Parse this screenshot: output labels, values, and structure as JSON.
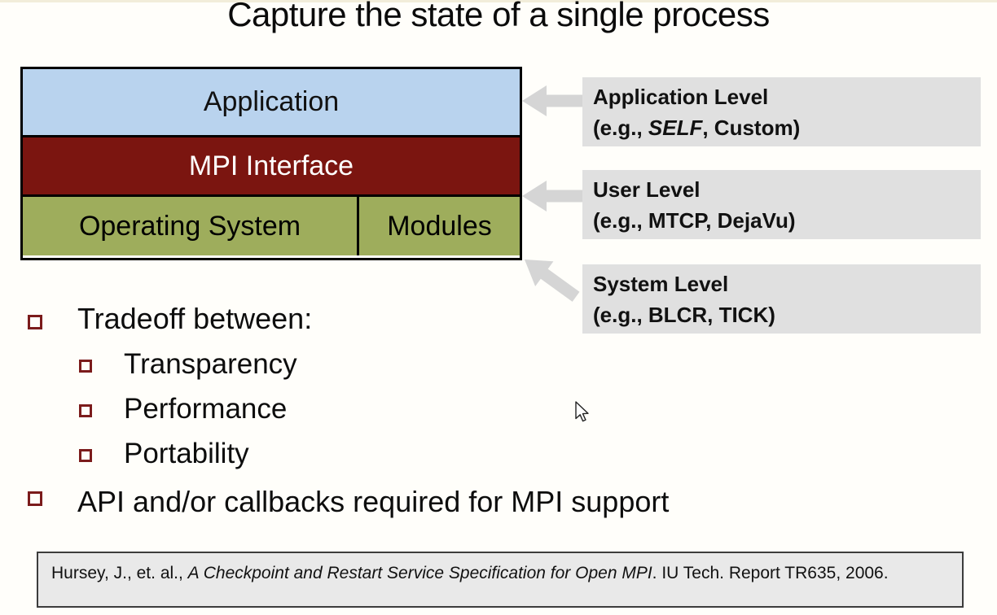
{
  "title": "Capture the state of a single process",
  "stack": {
    "application": "Application",
    "mpi": "MPI Interface",
    "os": "Operating System",
    "modules": "Modules"
  },
  "levels": [
    {
      "line1": "Application Level",
      "prefix": "(e.g., ",
      "emph": "SELF",
      "suffix": ", Custom)"
    },
    {
      "line1": "User Level",
      "prefix": "(e.g., ",
      "emph": "",
      "suffix": "MTCP, DejaVu)"
    },
    {
      "line1": "System Level",
      "prefix": "(e.g., ",
      "emph": "",
      "suffix": "BLCR, TICK)"
    }
  ],
  "bullets": {
    "item1": "Tradeoff between:",
    "sub1": "Transparency",
    "sub2": "Performance",
    "sub3": "Portability",
    "item2": "API and/or callbacks required for MPI support"
  },
  "citation": {
    "prefix": "Hursey, J., et. al., ",
    "italic": "A Checkpoint and Restart Service Specification for Open MPI",
    "suffix": ". IU Tech. Report TR635, 2006."
  },
  "icons": {
    "arrow_left": "gray-block-arrow-left",
    "arrow_diagonal": "gray-block-arrow-up-left",
    "cursor": "mouse-pointer"
  },
  "colors": {
    "app_blue": "#b9d3ee",
    "mpi_red": "#7b1510",
    "os_green": "#9ead5c",
    "label_gray": "#e0e0e0",
    "bullet_maroon": "#7b1b1b",
    "citation_bg": "#e9e9e9",
    "arrow_gray": "#d5d5d5"
  }
}
